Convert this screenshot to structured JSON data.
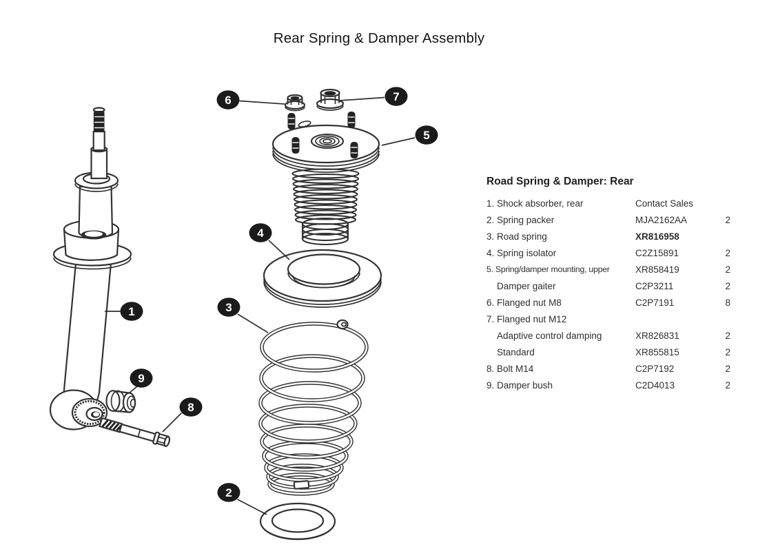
{
  "title": "Rear Spring & Damper Assembly",
  "parts_table": {
    "title": "Road Spring & Damper: Rear",
    "rows": [
      {
        "desc": "1. Shock absorber, rear",
        "part": "Contact Sales",
        "qty": ""
      },
      {
        "desc": "2. Spring packer",
        "part": "MJA2162AA",
        "qty": "2"
      },
      {
        "desc": "3. Road spring",
        "part": "XR816958",
        "qty": ""
      },
      {
        "desc": "4. Spring isolator",
        "part": "C2Z15891",
        "qty": "2"
      },
      {
        "desc": "5. Spring/damper mounting, upper",
        "part": "XR858419",
        "qty": "2"
      },
      {
        "desc": "Damper gaiter",
        "part": "C2P3211",
        "qty": "2"
      },
      {
        "desc": "6. Flanged nut M8",
        "part": "C2P7191",
        "qty": "8"
      },
      {
        "desc": "7. Flanged nut M12",
        "part": "",
        "qty": ""
      },
      {
        "desc": "Adaptive control damping",
        "part": "XR826831",
        "qty": "2"
      },
      {
        "desc": "Standard",
        "part": "XR855815",
        "qty": "2"
      },
      {
        "desc": "8. Bolt M14",
        "part": "C2P7192",
        "qty": "2"
      },
      {
        "desc": "9. Damper bush",
        "part": "C2D4013",
        "qty": "2"
      }
    ]
  },
  "callouts": [
    "1",
    "2",
    "3",
    "4",
    "5",
    "6",
    "7",
    "8",
    "9"
  ],
  "colors": {
    "line": "#333333",
    "badge_fill": "#1b1b1b",
    "badge_text": "#ffffff",
    "dark_part": "#242424",
    "table_text": "#2e2e2e"
  }
}
